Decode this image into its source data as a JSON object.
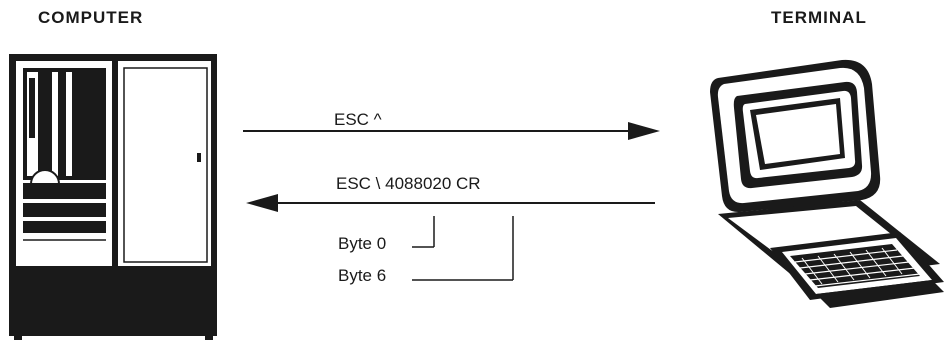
{
  "titles": {
    "computer": "COMPUTER",
    "terminal": "TERMINAL"
  },
  "signals": {
    "to_terminal": "ESC ^",
    "to_computer": "ESC \\  4088020 CR"
  },
  "byte_labels": {
    "byte0": "Byte 0",
    "byte6": "Byte 6"
  },
  "colors": {
    "ink": "#1a1a1a",
    "paper": "#ffffff"
  }
}
